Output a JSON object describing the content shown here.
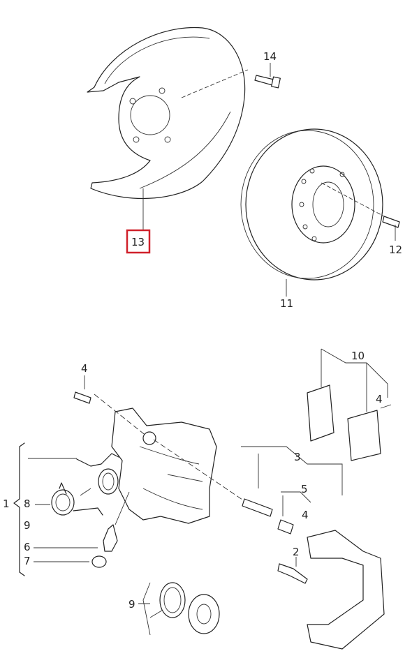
{
  "diagram": {
    "highlight_color": "#d0202a",
    "labels": {
      "backing_plate": "13",
      "backing_plate_bolt": "14",
      "disc_screw": "12",
      "brake_disc": "11",
      "pad_set": "10",
      "pad_set_4": "4",
      "caliper_bolt_top": "4",
      "guide_pin_set": "3",
      "bushing": "5",
      "bushing_4": "4",
      "carrier_bolt": "2",
      "caliper_assembly": "1",
      "spring": "8",
      "part_9_left": "9",
      "bleeder_valve": "6",
      "dust_cap": "7",
      "part_9_bottom": "9"
    }
  }
}
